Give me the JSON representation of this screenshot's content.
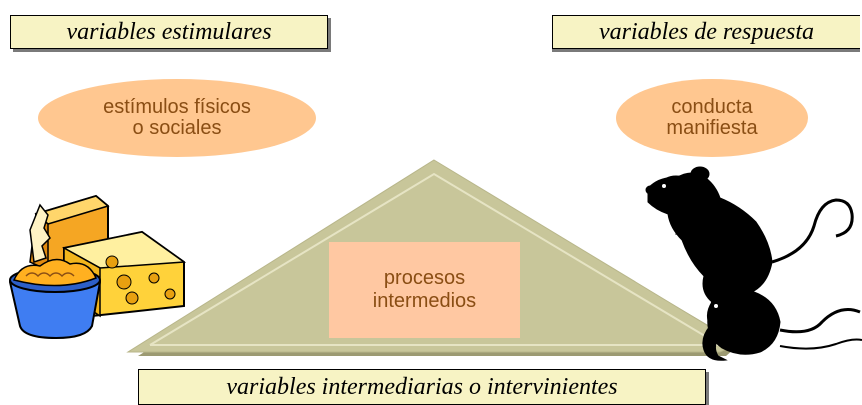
{
  "labels": {
    "stimulus_vars": "variables estimulares",
    "response_vars": "variables de respuesta",
    "intervening_vars": "variables intermediarias o intervinientes"
  },
  "ovals": {
    "stimulus_line1": "estímulos físicos",
    "stimulus_line2": "o sociales",
    "response_line1": "conducta",
    "response_line2": "manifiesta"
  },
  "process": {
    "line1": "procesos",
    "line2": "intermedios"
  },
  "colors": {
    "label_fill": "#f7f3c4",
    "oval_fill": "#ffc790",
    "oval_text": "#8a4e14",
    "triangle": "#c8c69a",
    "process_fill": "#ffc8a2"
  },
  "icons": [
    "cheese-icon",
    "rat-icon"
  ]
}
